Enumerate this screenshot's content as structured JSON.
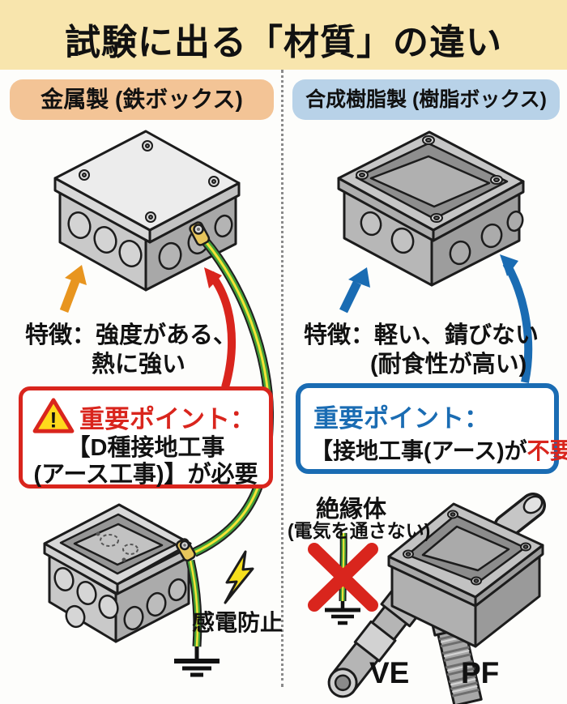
{
  "title": "試験に出る「材質」の違い",
  "columns": {
    "left": {
      "header": "金属製 (鉄ボックス)",
      "feature_line1": "特徴：強度がある、",
      "feature_line2": "熱に強い",
      "point_heading": "重要ポイント：",
      "point_line1": "【D種接地工事",
      "point_line2": "(アース工事)】が必要",
      "shock_caption": "感電防止"
    },
    "right": {
      "header": "合成樹脂製 (樹脂ボックス)",
      "feature_line1": "特徴：軽い、錆びない",
      "feature_line2": "(耐食性が高い)",
      "point_heading": "重要ポイント：",
      "point_line_prefix": "【接地工事(アース)が",
      "point_line_highlight": "不要",
      "point_line_suffix": "】",
      "insulator_title": "絶縁体",
      "insulator_sub": "(電気を通さない)",
      "label_ve": "VE",
      "label_pf": "PF"
    }
  },
  "icons": {
    "warning_mark": "!"
  },
  "colors": {
    "header_bg": "#f8e5ad",
    "left_header_bg": "#f3c496",
    "right_header_bg": "#b8d2e8",
    "accent_red": "#d9251d",
    "accent_blue": "#1a6cb3",
    "accent_orange": "#e8951f",
    "wire_green": "#43a23b",
    "wire_yellow": "#f4e435",
    "bolt_yellow": "#f6df1c"
  }
}
